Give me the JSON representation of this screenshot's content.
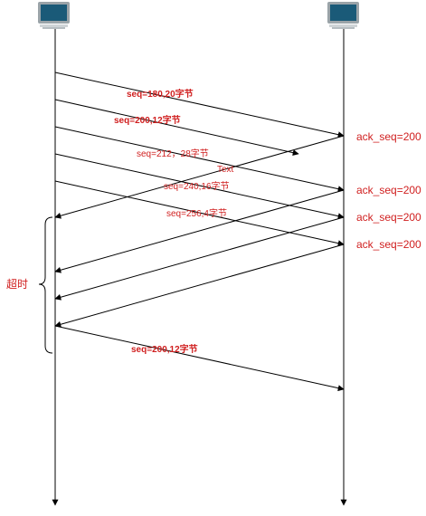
{
  "colors": {
    "line": "#000000",
    "label": "#d01f1f",
    "computer_fill": "#1a5a78",
    "computer_frame": "#9aa3a8"
  },
  "hosts": {
    "left_icon": "computer-icon",
    "right_icon": "computer-icon"
  },
  "segments": [
    {
      "label": "seq=180,20字节"
    },
    {
      "label": "seq=200,12字节"
    },
    {
      "label": "seq=212，28字节"
    },
    {
      "label": "seq=240,16字节"
    },
    {
      "label": "seq=256,4字节"
    },
    {
      "label": "seq=200,12字节"
    }
  ],
  "acks": [
    {
      "label": "ack_seq=200"
    },
    {
      "label": "ack_seq=200"
    },
    {
      "label": "ack_seq=200"
    },
    {
      "label": "ack_seq=200"
    }
  ],
  "stray_text": "Text",
  "timeout": {
    "label": "超时"
  }
}
